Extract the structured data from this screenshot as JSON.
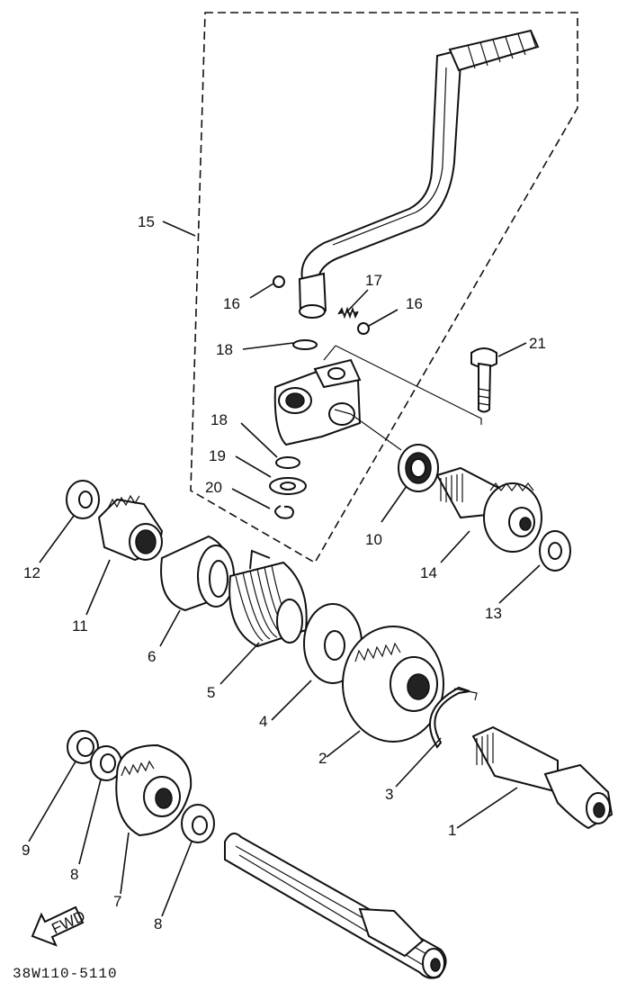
{
  "figure_code": "38W110-5110",
  "fwd_label": "FWD",
  "callouts": [
    {
      "id": "p1",
      "text": "1"
    },
    {
      "id": "p2",
      "text": "2"
    },
    {
      "id": "p3",
      "text": "3"
    },
    {
      "id": "p4",
      "text": "4"
    },
    {
      "id": "p5",
      "text": "5"
    },
    {
      "id": "p6",
      "text": "6"
    },
    {
      "id": "p7",
      "text": "7"
    },
    {
      "id": "p8a",
      "text": "8"
    },
    {
      "id": "p8b",
      "text": "8"
    },
    {
      "id": "p9",
      "text": "9"
    },
    {
      "id": "p10",
      "text": "10"
    },
    {
      "id": "p11",
      "text": "11"
    },
    {
      "id": "p12",
      "text": "12"
    },
    {
      "id": "p13",
      "text": "13"
    },
    {
      "id": "p14",
      "text": "14"
    },
    {
      "id": "p15",
      "text": "15"
    },
    {
      "id": "p16a",
      "text": "16"
    },
    {
      "id": "p16b",
      "text": "16"
    },
    {
      "id": "p17",
      "text": "17"
    },
    {
      "id": "p18a",
      "text": "18"
    },
    {
      "id": "p18b",
      "text": "18"
    },
    {
      "id": "p19",
      "text": "19"
    },
    {
      "id": "p20",
      "text": "20"
    },
    {
      "id": "p21",
      "text": "21"
    }
  ]
}
